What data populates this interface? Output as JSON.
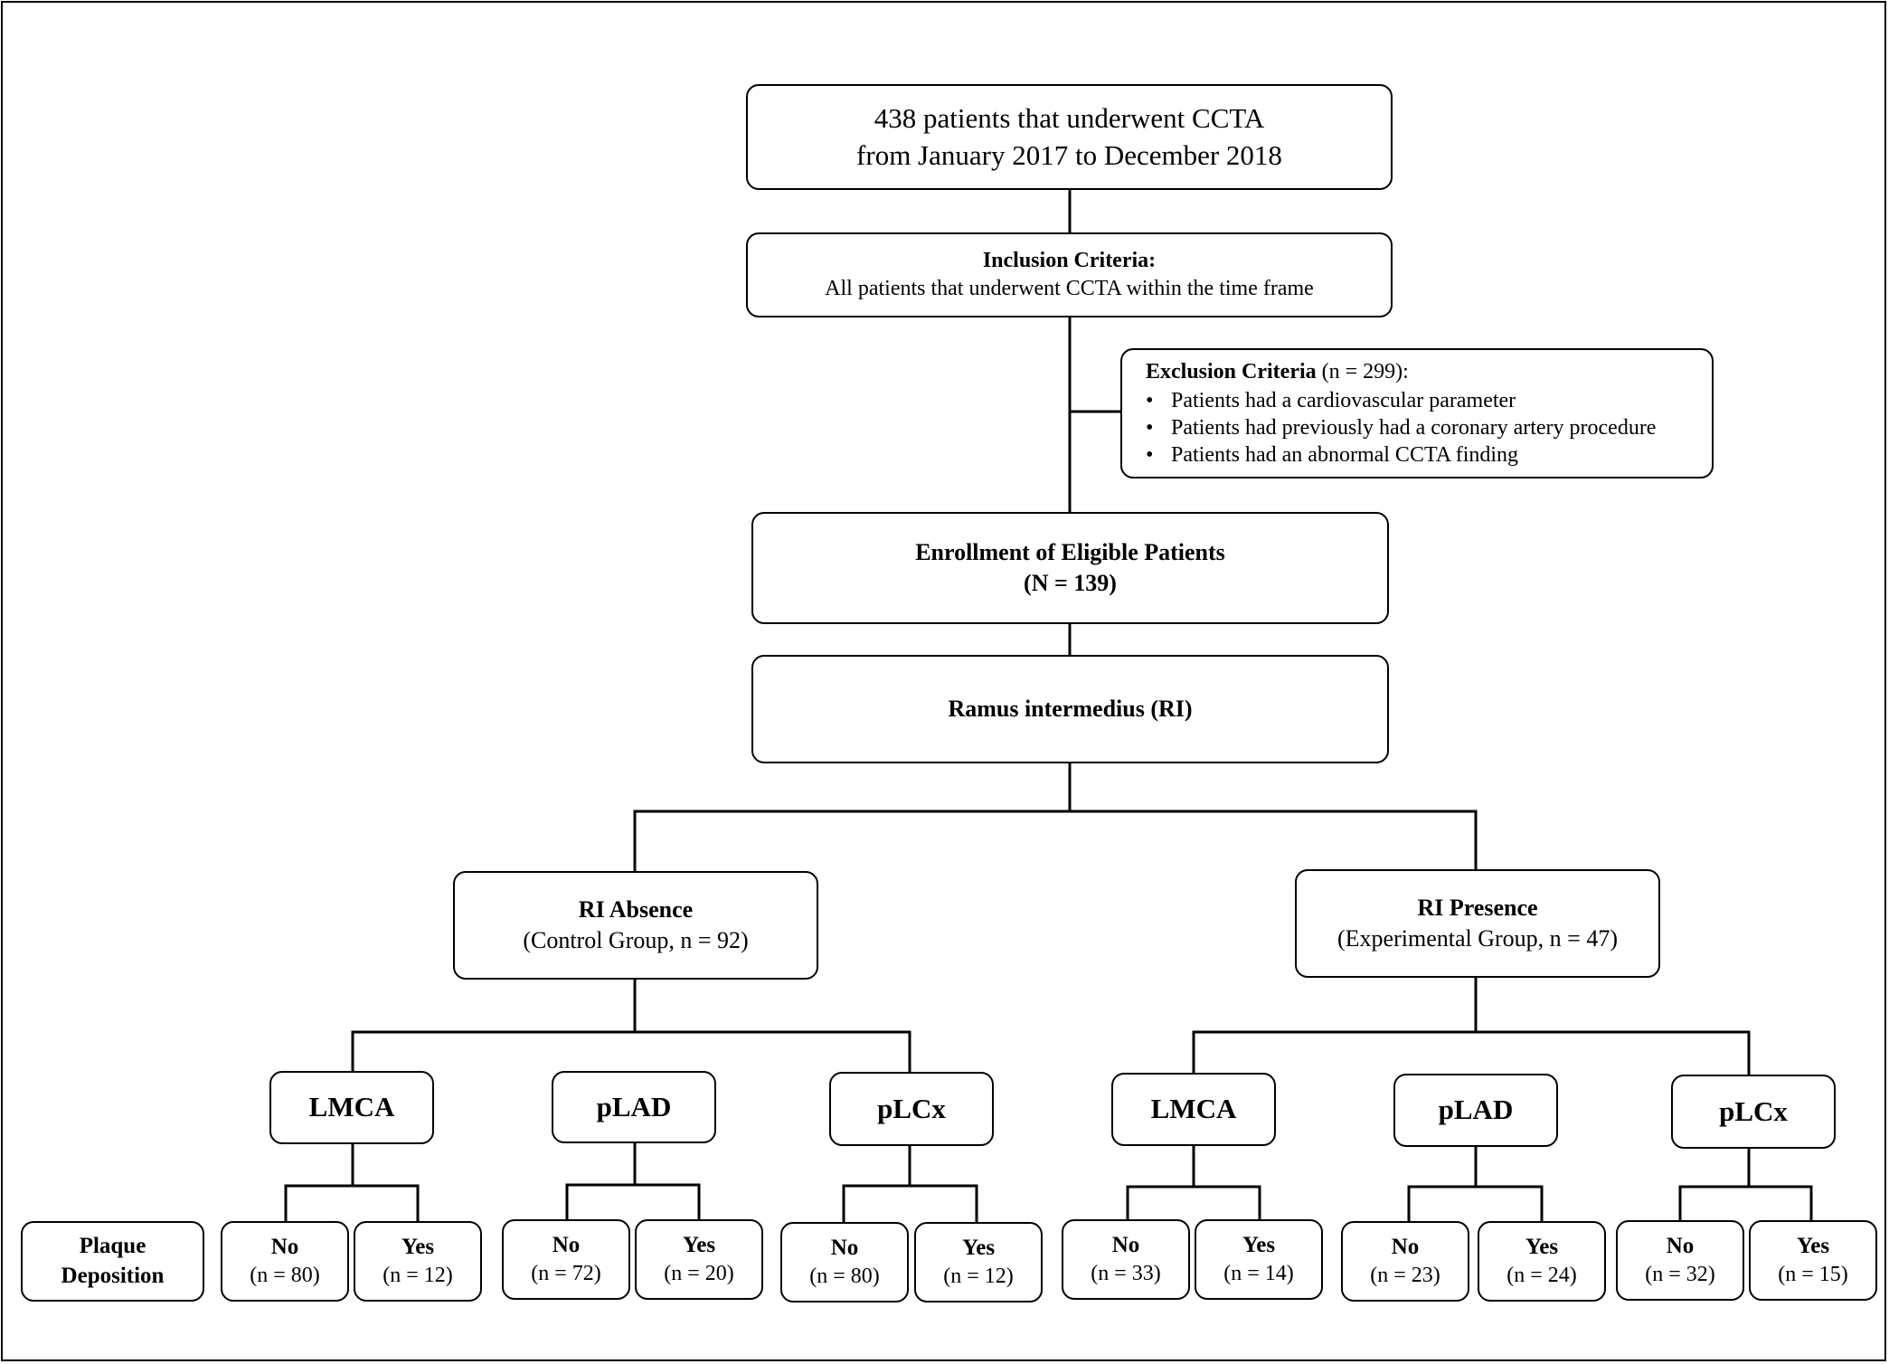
{
  "top_box": {
    "line1": "438 patients that underwent CCTA",
    "line2": "from January 2017 to December 2018"
  },
  "inclusion": {
    "title": "Inclusion Criteria:",
    "text": "All patients that underwent CCTA within the time frame"
  },
  "exclusion": {
    "title": "Exclusion Criteria",
    "count": "(n = 299):",
    "items": [
      "Patients had a cardiovascular parameter",
      "Patients had previously had a coronary artery procedure",
      "Patients had an abnormal CCTA finding"
    ]
  },
  "enrollment": {
    "title": "Enrollment of Eligible Patients",
    "count": "(N = 139)"
  },
  "ramus": {
    "title": "Ramus intermedius (RI)"
  },
  "absence": {
    "title": "RI Absence",
    "subtitle": "(Control Group, n = 92)"
  },
  "presence": {
    "title": "RI Presence",
    "subtitle": "(Experimental Group, n = 47)"
  },
  "row_label": {
    "line1": "Plaque",
    "line2": "Deposition"
  },
  "control": {
    "lmca": {
      "label": "LMCA",
      "no": "No",
      "no_n": "(n = 80)",
      "yes": "Yes",
      "yes_n": "(n = 12)"
    },
    "plad": {
      "label": "pLAD",
      "no": "No",
      "no_n": "(n = 72)",
      "yes": "Yes",
      "yes_n": "(n = 20)"
    },
    "plcx": {
      "label": "pLCx",
      "no": "No",
      "no_n": "(n = 80)",
      "yes": "Yes",
      "yes_n": "(n = 12)"
    }
  },
  "experimental": {
    "lmca": {
      "label": "LMCA",
      "no": "No",
      "no_n": "(n = 33)",
      "yes": "Yes",
      "yes_n": "(n = 14)"
    },
    "plad": {
      "label": "pLAD",
      "no": "No",
      "no_n": "(n = 23)",
      "yes": "Yes",
      "yes_n": "(n = 24)"
    },
    "plcx": {
      "label": "pLCx",
      "no": "No",
      "no_n": "(n = 32)",
      "yes": "Yes",
      "yes_n": "(n = 15)"
    }
  }
}
